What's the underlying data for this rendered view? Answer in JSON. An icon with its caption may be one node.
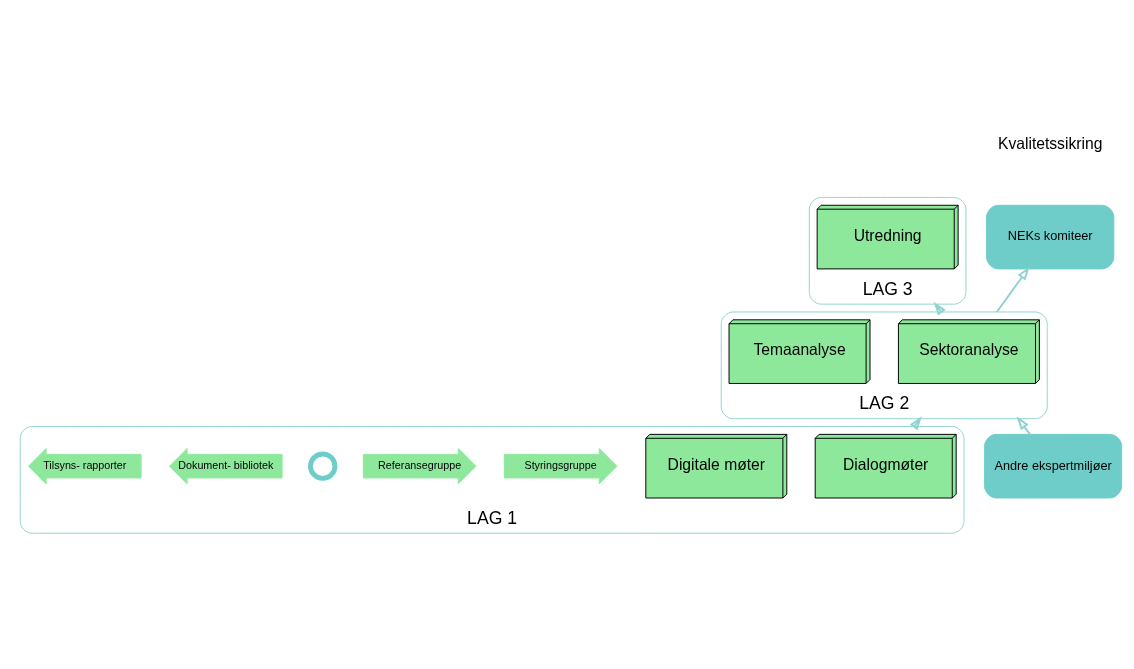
{
  "diagram": {
    "nodes": [
      {
        "text": [
          "LAG 3"
        ]
      },
      {
        "text": [
          "Utredning"
        ],
        "in": 0
      },
      {
        "text": [
          "LAG 2"
        ]
      },
      {
        "text": [
          "Sektoranalyse"
        ],
        "in": 2
      },
      {
        "text": [
          "Temaanalyse"
        ],
        "in": 2
      },
      {
        "text": [
          "LAG 1"
        ]
      },
      {
        "text": [
          "Dialogmøter"
        ],
        "in": 5
      },
      {
        "text": [
          "Digitale møter"
        ],
        "in": 5
      },
      {
        "text": [
          "Styringsgruppe"
        ],
        "in": 5
      },
      {
        "text": [
          "Referansegruppe"
        ],
        "in": 5
      },
      {
        "text": [],
        "shape": "circle",
        "in": 5
      },
      {
        "text": [
          "Dokument- bibliotek"
        ],
        "in": 5
      },
      {
        "text": [
          "Tilsyns- rapporter"
        ],
        "in": 5
      },
      {
        "text": [
          "NEKs komiteer"
        ]
      },
      {
        "text": [
          "Andre ekspertmiljøer"
        ]
      }
    ],
    "edges": [
      {
        "from": 5,
        "to": 2,
        "arrow": "to"
      },
      {
        "from": 2,
        "to": 0,
        "arrow": "to"
      },
      {
        "from": 2,
        "to": 13,
        "arrow": "to"
      },
      {
        "from": 14,
        "to": 2,
        "arrow": "to"
      }
    ],
    "labels": [
      "Kvalitetssikring"
    ]
  }
}
